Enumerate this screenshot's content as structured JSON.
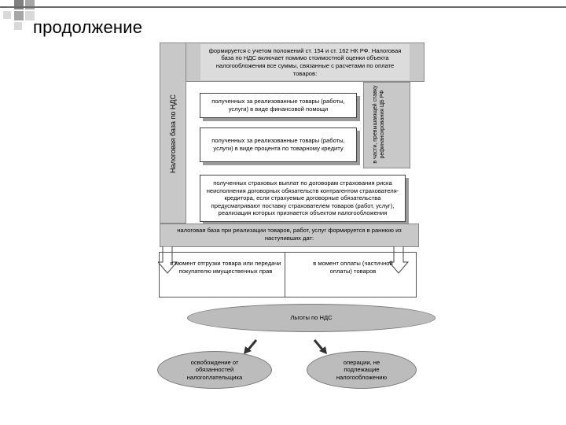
{
  "slide": {
    "title": "продолжение"
  },
  "diagram": {
    "side_label": "Налоговая база по НДС",
    "top_text": "формируется с учетом положений ст. 154 и ст. 162 НК РФ. Налоговая база по НДС включает помимо стоимостной оценки объекта налогообложения все суммы, связанные с расчетами по оплате товаров:",
    "box_financial_aid": "полученных за реализованные товары (работы, услуги) в виде финансовой помощи",
    "box_interest": "полученных за реализованные товары (работы, услуги) в виде процента по товарному кредиту",
    "right_vertical": "в части, превышающей ставку рефинансирования ЦБ РФ",
    "box_insurance": "полученных страховых выплат по договорам страхования риска неисполнения договорных обязательств контрагентом страхователя-кредитора, если страхуемые договорные обязательства предусматривают поставку страхователем товаров (работ, услуг), реализация которых признается объектом налогообложения",
    "bar_text": "налоговая база при реализации товаров, работ, услуг формируется в раннюю из наступивших дат:",
    "left_option": "в момент отгрузки товара или передачи покупателю имущественных прав",
    "right_option": "в момент оплаты (частичной оплаты) товаров",
    "benefits_label": "Льготы по НДС",
    "left_ellipse": "освобождение от обязанностей налогоплательщика",
    "right_ellipse": "операции, не подлежащие налогообложению"
  },
  "colors": {
    "panel_gray": "#c8c8c8",
    "ellipse_gray": "#bcbcbc",
    "square_dark": "#7f7f7f",
    "square_mid": "#a6a6a6",
    "square_light": "#d9d9d9"
  }
}
